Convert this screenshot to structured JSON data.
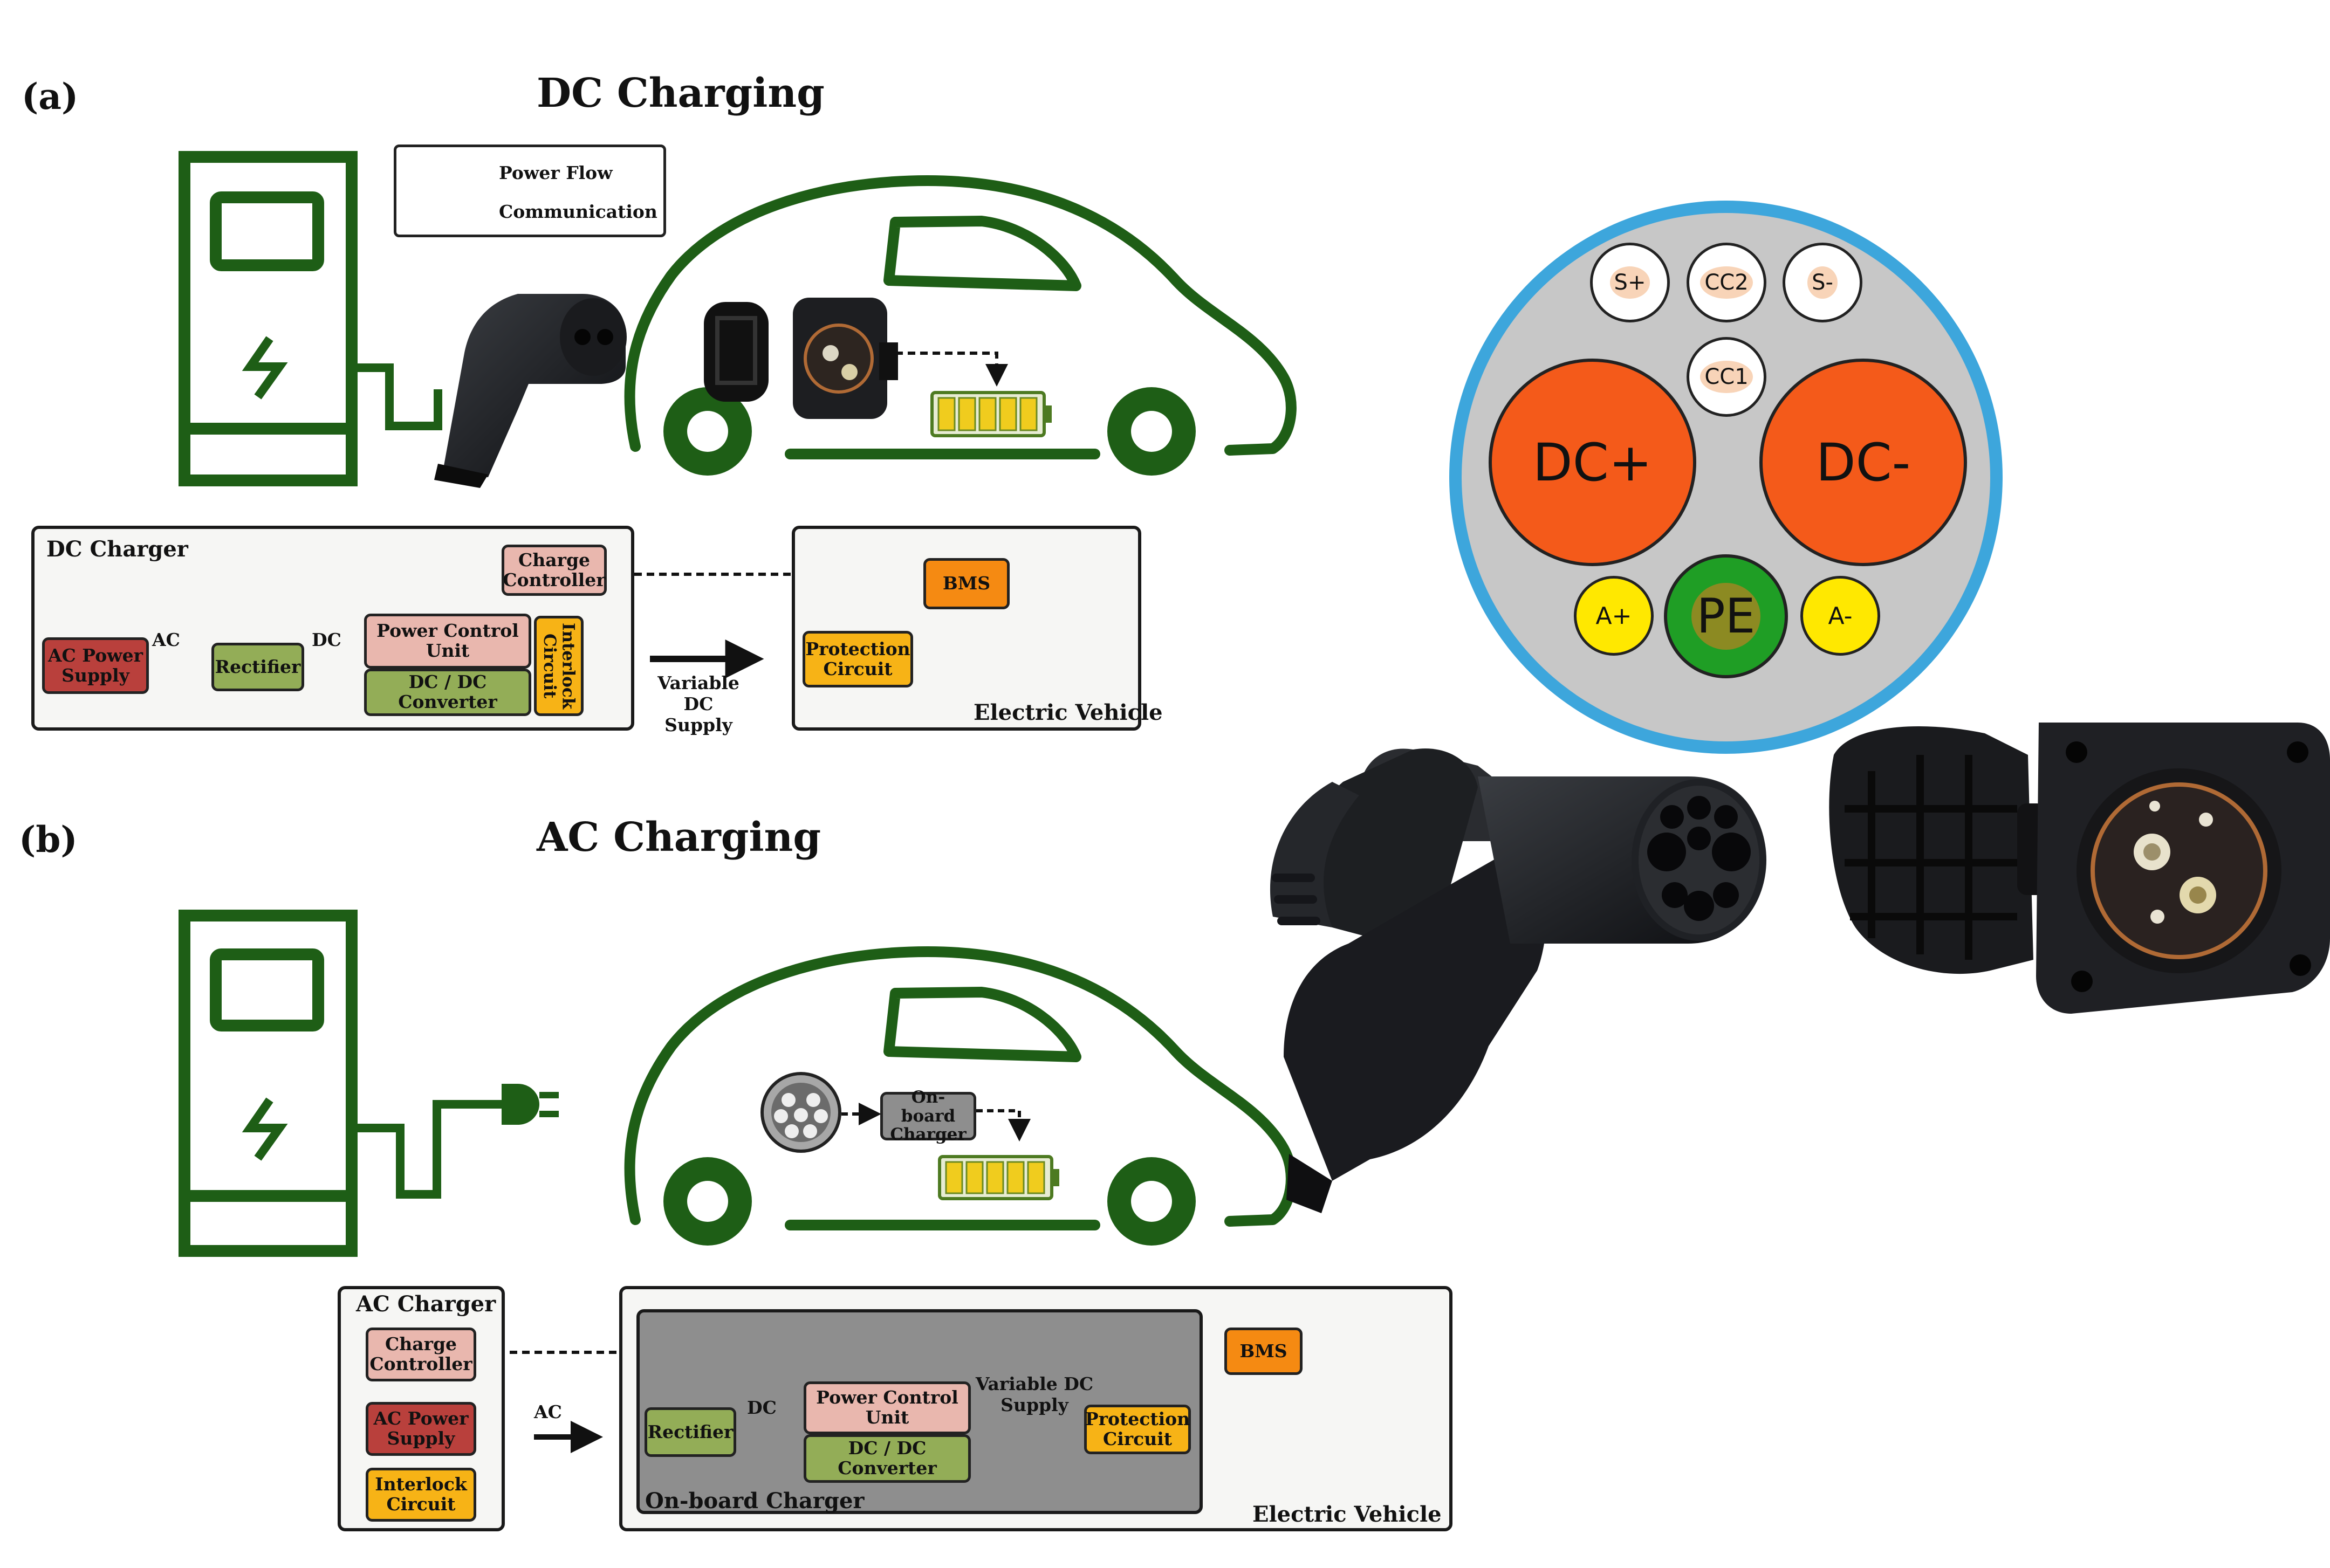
{
  "panel_a": {
    "letter": "(a)",
    "title": "DC Charging",
    "legend": {
      "power_flow": "Power Flow",
      "communication": "Communication"
    },
    "charger_box": {
      "title": "DC Charger",
      "ac_power_supply": "AC Power Supply",
      "ac_label": "AC",
      "rectifier": "Rectifier",
      "dc_label": "DC",
      "power_control_unit": "Power Control Unit",
      "dc_dc_converter": "DC / DC Converter",
      "interlock_circuit": "Interlock Circuit",
      "charge_controller": "Charge Controller"
    },
    "variable_dc_supply": "Variable DC Supply",
    "vehicle_box": {
      "bms": "BMS",
      "protection_circuit": "Protection Circuit",
      "title": "Electric Vehicle"
    }
  },
  "panel_b": {
    "letter": "(b)",
    "title": "AC Charging",
    "car_onboard_charger": "On-board Charger",
    "charger_box": {
      "title": "AC Charger",
      "charge_controller": "Charge Controller",
      "ac_power_supply": "AC Power Supply",
      "interlock_circuit": "Interlock Circuit"
    },
    "ac_label": "AC",
    "vehicle_box": {
      "onboard_title": "On-board Charger",
      "rectifier": "Rectifier",
      "dc_label": "DC",
      "power_control_unit": "Power Control Unit",
      "dc_dc_converter": "DC / DC Converter",
      "variable_dc_supply": "Variable DC Supply",
      "bms": "BMS",
      "protection_circuit": "Protection Circuit",
      "title": "Electric Vehicle"
    }
  },
  "connector_pins": {
    "s_plus": "S+",
    "cc2": "CC2",
    "s_minus": "S-",
    "cc1": "CC1",
    "dc_plus": "DC+",
    "dc_minus": "DC-",
    "a_plus": "A+",
    "pe": "PE",
    "a_minus": "A-"
  },
  "colors": {
    "station_green": "#1e5e16",
    "dc_pin": "#f45a1a",
    "aux_pin": "#ffe800",
    "pe_pin": "#1f9e25",
    "connector_rim": "#3da6dc",
    "connector_face": "#c7c7c7"
  }
}
